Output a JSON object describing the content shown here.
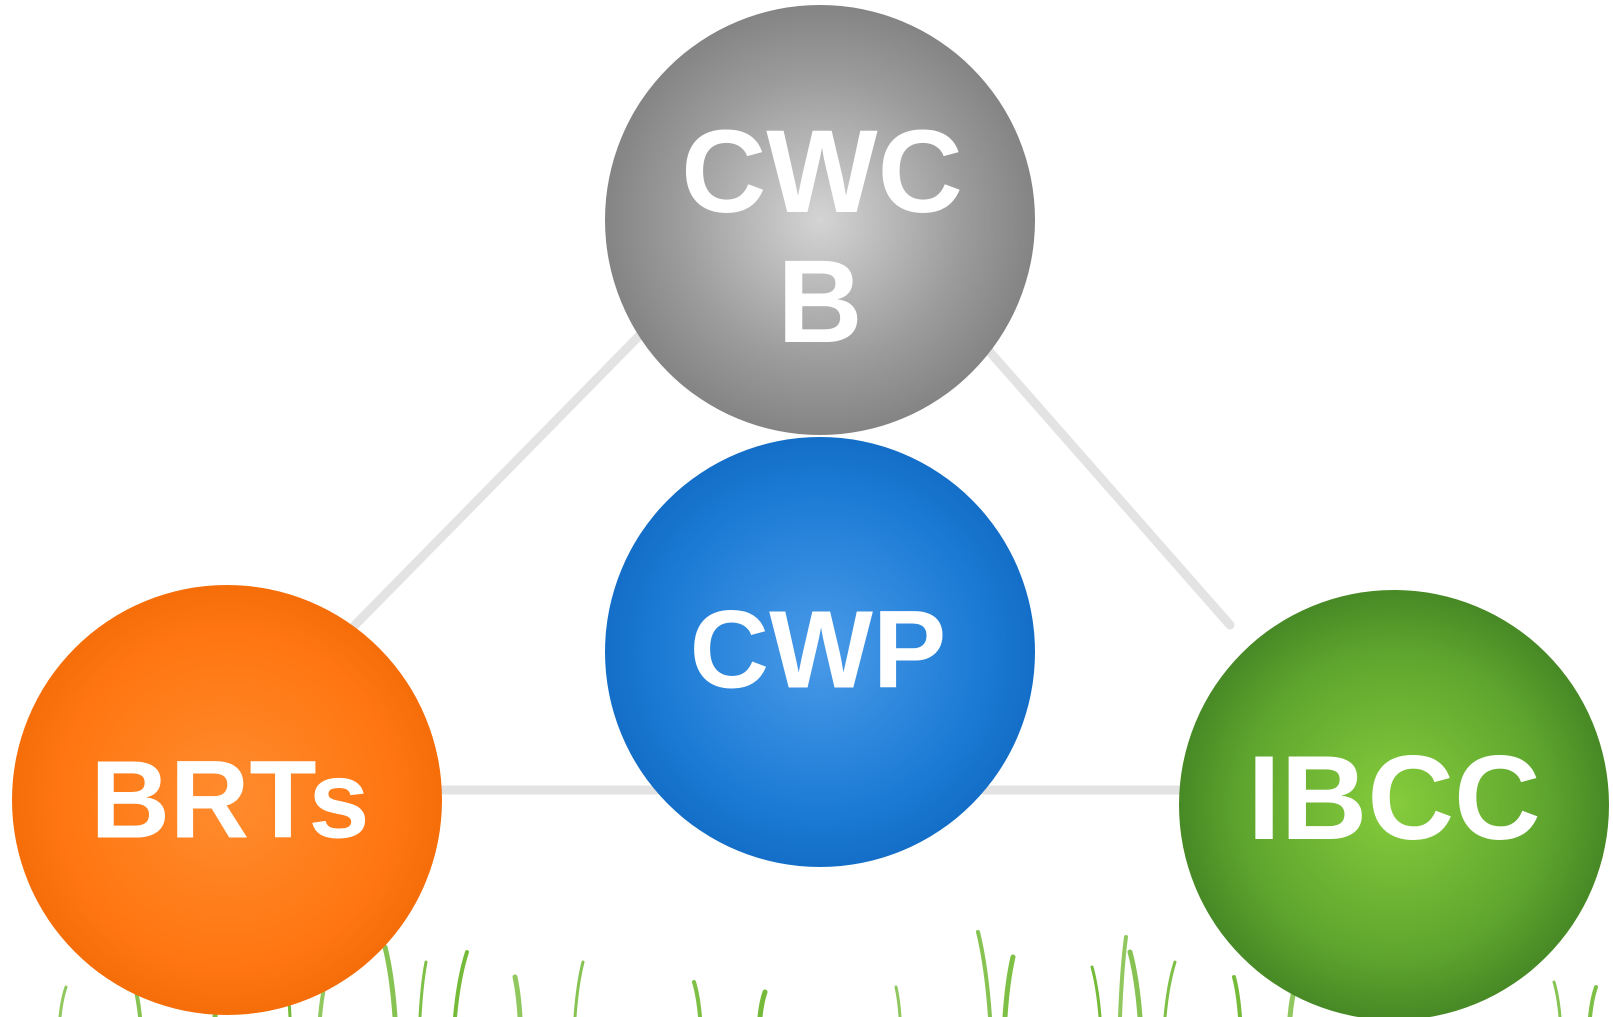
{
  "diagram": {
    "nodes": {
      "top": {
        "lines": [
          "CWC",
          "B"
        ],
        "color": "#8f8f8f"
      },
      "center": {
        "lines": [
          "CWP"
        ],
        "color": "#1a7ad4"
      },
      "left": {
        "lines": [
          "BRTs"
        ],
        "color": "#ff7a10"
      },
      "right": {
        "lines": [
          "IBCC"
        ],
        "color": "#5aa02c"
      }
    },
    "edge_color": "#e3e3e3",
    "grass_color": "#6bb52a"
  }
}
